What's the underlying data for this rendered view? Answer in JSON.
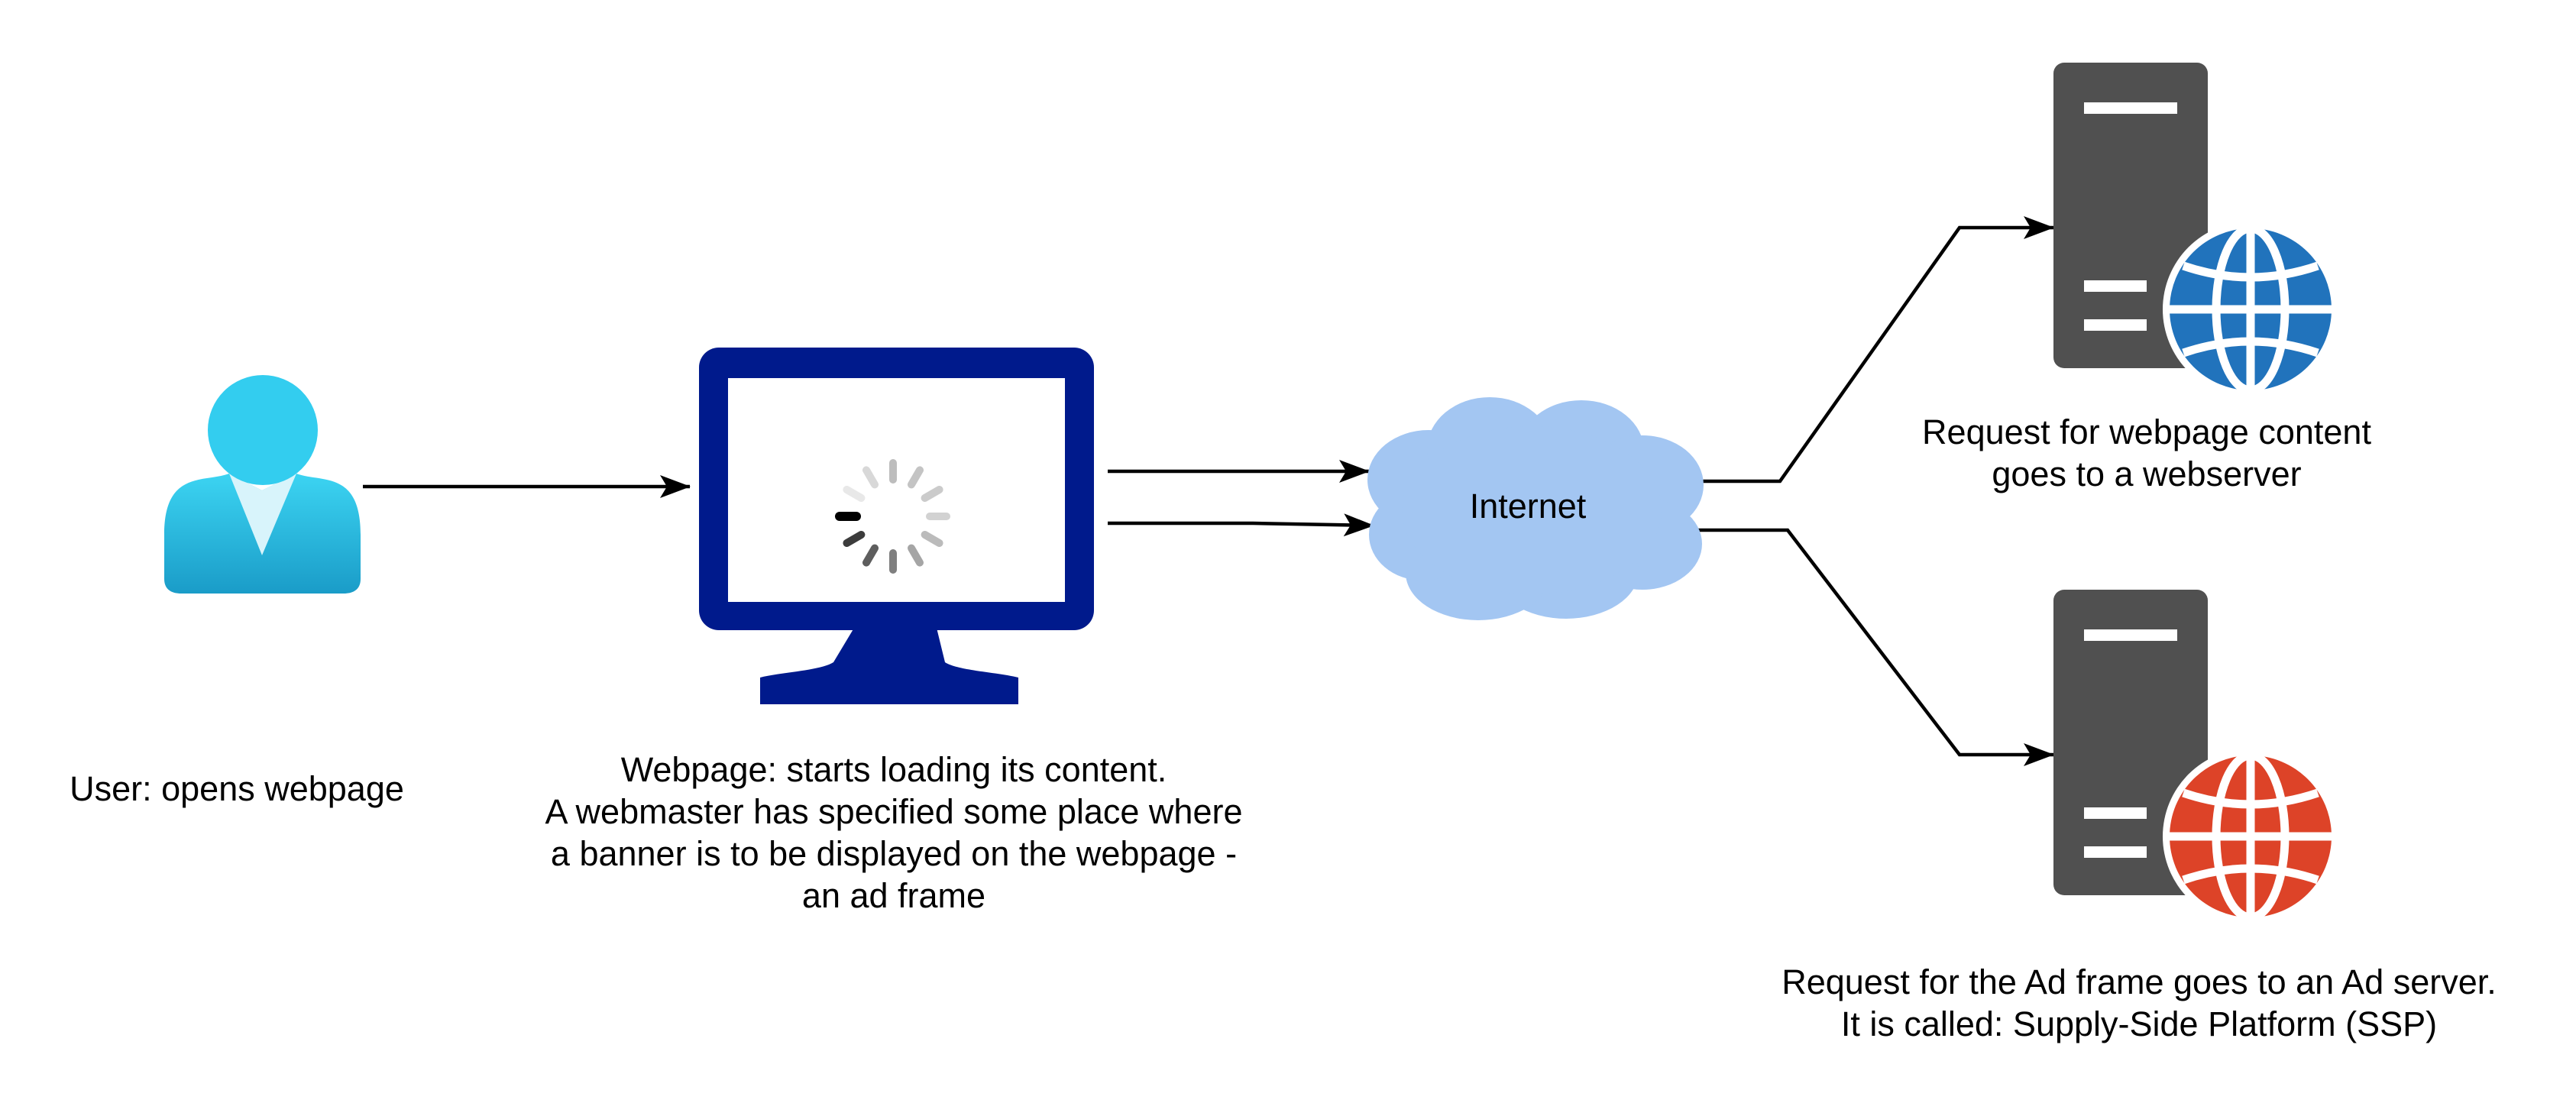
{
  "labels": {
    "user": "User: opens webpage",
    "webpage": [
      "Webpage: starts loading its content.",
      "A webmaster has specified some place where",
      "a banner is to be displayed on the webpage -",
      "an ad frame"
    ],
    "internet": "Internet",
    "webserver": [
      "Request for webpage content",
      "goes to a webserver"
    ],
    "adserver": [
      "Request for the Ad frame goes to an Ad server.",
      "It is called: Supply-Side Platform (SSP)"
    ]
  },
  "icons": {
    "user": "user-icon",
    "monitor": "monitor-icon",
    "spinner": "loading-spinner-icon",
    "cloud": "cloud-icon",
    "webserver": "server-icon",
    "webserver_globe": "globe-icon",
    "adserver": "server-icon",
    "adserver_globe": "globe-icon"
  },
  "colors": {
    "user_top": "#3CD4F2",
    "user_bottom": "#1A9CC8",
    "monitor": "#001A8C",
    "cloud": "#A3C6F2",
    "server": "#505050",
    "webserver_globe": "#2173BC",
    "adserver_globe": "#DD4328",
    "connector": "#000000"
  }
}
